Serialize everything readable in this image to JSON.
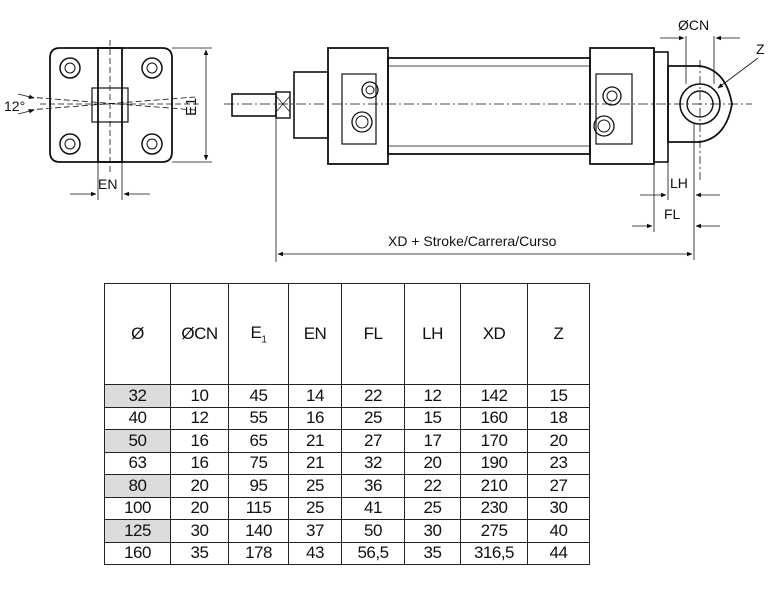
{
  "drawing": {
    "labels": {
      "angle": "12°",
      "e1": "E1",
      "en": "EN",
      "cn": "ØCN",
      "z": "Z",
      "lh": "LH",
      "fl": "FL",
      "xd_stroke": "XD + Stroke/Carrera/Curso"
    }
  },
  "table": {
    "headers": [
      "Ø",
      "ØCN",
      "E",
      "EN",
      "FL",
      "LH",
      "XD",
      "Z"
    ],
    "e_subscript": "1",
    "shaded_rows": [
      0,
      2,
      4,
      6
    ],
    "rows": [
      [
        "32",
        "10",
        "45",
        "14",
        "22",
        "12",
        "142",
        "15"
      ],
      [
        "40",
        "12",
        "55",
        "16",
        "25",
        "15",
        "160",
        "18"
      ],
      [
        "50",
        "16",
        "65",
        "21",
        "27",
        "17",
        "170",
        "20"
      ],
      [
        "63",
        "16",
        "75",
        "21",
        "32",
        "20",
        "190",
        "23"
      ],
      [
        "80",
        "20",
        "95",
        "25",
        "36",
        "22",
        "210",
        "27"
      ],
      [
        "100",
        "20",
        "115",
        "25",
        "41",
        "25",
        "230",
        "30"
      ],
      [
        "125",
        "30",
        "140",
        "37",
        "50",
        "30",
        "275",
        "40"
      ],
      [
        "160",
        "35",
        "178",
        "43",
        "56,5",
        "35",
        "316,5",
        "44"
      ]
    ]
  }
}
